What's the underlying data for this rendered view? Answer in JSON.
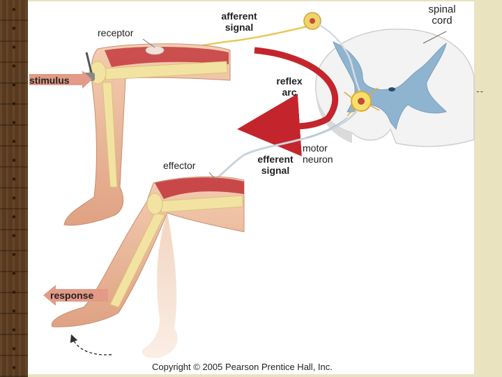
{
  "labels": {
    "receptor": "receptor",
    "afferent_signal": "afferent signal",
    "spinal_cord": "spinal cord",
    "stimulus": "stimulus",
    "reflex_arc": "reflex arc",
    "effector": "effector",
    "motor_neuron": "motor neuron",
    "efferent_signal": "efferent signal",
    "response": "response"
  },
  "copyright": "Copyright © 2005 Pearson Prentice Hall, Inc.",
  "colors": {
    "skin": "#f0c2a4",
    "skin_shadow": "#d99b7c",
    "muscle": "#c8484a",
    "bone": "#f3e3a3",
    "spinal_white": "#f4f4f4",
    "spinal_gray": "#8fb4d0",
    "reflex_arrow": "#c4252d",
    "nerve_afferent": "#e8c95a",
    "nerve_efferent": "#c9d4de"
  }
}
